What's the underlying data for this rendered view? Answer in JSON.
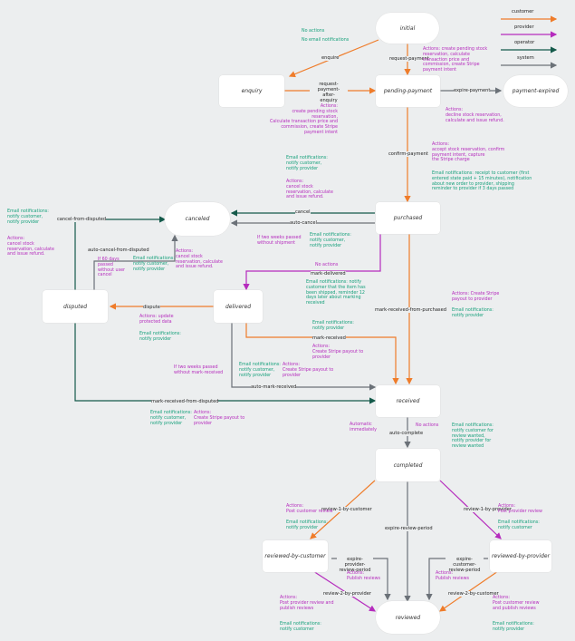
{
  "states": {
    "initial": "initial",
    "enquiry": "enquiry",
    "pending_payment": "pending-payment",
    "payment_expired": "payment-expired",
    "purchased": "purchased",
    "canceled": "canceled",
    "delivered": "delivered",
    "disputed": "disputed",
    "received": "received",
    "completed": "completed",
    "reviewed_by_customer": "reviewed-by-customer",
    "reviewed_by_provider": "reviewed-by-provider",
    "reviewed": "reviewed"
  },
  "transitions": {
    "enquire": "enquire",
    "request_payment": "request-payment",
    "request_payment_after_enquiry": "request-payment-\nafter-\nenquiry",
    "expire_payment": "expire-payment",
    "confirm_payment": "confirm-payment",
    "cancel": "cancel",
    "auto_cancel": "auto-cancel",
    "cancel_from_disputed": "cancel-from-disputed",
    "auto_cancel_from_disputed": "auto-cancel-from-disputed",
    "mark_delivered": "mark-delivered",
    "dispute": "dispute",
    "mark_received_from_purchased": "mark-received-from-purchased",
    "mark_received": "mark-received",
    "auto_mark_received": "auto-mark-received",
    "mark_received_from_disputed": "mark-received-from-disputed",
    "auto_complete": "auto-complete",
    "review_1_by_customer": "review-1-by-customer",
    "review_1_by_provider": "review-1-by-provider",
    "expire_review_period": "expire-review-period",
    "expire_provider_review_period": "expire-provider-\nreview-period",
    "expire_customer_review_period": "expire-customer-\nreview-period",
    "review_2_by_provider": "review-2-by-provider",
    "review_2_by_customer": "review-2-by-customer"
  },
  "legend": [
    {
      "label": "customer",
      "color": "#ef7c2a"
    },
    {
      "label": "provider",
      "color": "#b52bbd"
    },
    {
      "label": "operator",
      "color": "#145a4a"
    },
    {
      "label": "system",
      "color": "#6b7178"
    }
  ],
  "notes": {
    "n_initial_1": "No actions",
    "n_initial_2": "No email notifications",
    "n_reqpay": "Actions: create pending stock\nreservation, calculate\ntransaction price and\ncommission, create Stripe\npayment intent",
    "n_rpae": "Actions:\ncreate pending stock reservation,\nCalculate transaction price and\ncommission, create Stripe\npayment intent",
    "n_expire": "Actions:\ndecline stock reservation,\ncalculate and issue refund.",
    "n_confirm_actions": "Actions:\naccept stock reservation, confirm\npayment intent, capture\nthe Stripe charge",
    "n_confirm_email": "Email notifications: receipt to customer (first\nentered state paid + 15 minutes), notification\nabout new order to provider, shipping\nreminder to provider if 3 days passed",
    "n_cancel_email": "Email notifications:\nnotify customer,\nnotify provider",
    "n_cancel_actions": "Actions:\ncancel stock\nreservation, calculate\nand issue refund.",
    "n_autocancel_cond": "If two weeks passed\nwithout shipment",
    "n_autocancel_email": "Email notifications:\nnotify customer,\nnotify provider",
    "n_cfd_email": "Email notifications:\nnotify customer,\nnotify provider",
    "n_cfd_actions": "Actions:\ncancel stock\nreservation, calculate\nand issue refund.",
    "n_acfd_cond": "If 60 days\npassed\nwithout user\ncancel",
    "n_acfd_email": "Email notifications:\nnotify customer,\nnotify provider",
    "n_acfd_actions": "Actions:\ncancel stock\nreservation, calculate\nand issue refund.",
    "n_md_actions": "No actions",
    "n_md_email": "Email notifications: notify\ncustomer that the item has\nbeen shipped, reminder 12\ndays later about marking\nreceived",
    "n_dispute_actions": "Actions: update\nprotected data",
    "n_dispute_email": "Email notifications:\nnotify provider",
    "n_mrfp_actions": "Actions: Create Stripe\npayout to provider",
    "n_mrfp_email": "Email notifications:\nnotify provider",
    "n_mr_email": "Email notifications:\nnotify provider",
    "n_mr_actions": "Actions:\nCreate Stripe payout to\nprovider",
    "n_amr_cond": "If two weeks passed\nwithout mark-received",
    "n_amr_email": "Email notifications:\nnotify customer,\nnotify provider",
    "n_amr_actions": "Actions:\nCreate Stripe payout to\nprovider",
    "n_mrfd_email": "Email notifications:\nnotify customer,\nnotify provider",
    "n_mrfd_actions": "Actions:\nCreate Stripe payout to\nprovider",
    "n_ac_auto": "Automatic\nimmediately",
    "n_ac_actions": "No actions",
    "n_ac_email": "Email notifications:\nnotify customer for\nreview wanted,\nnotify provider for\nreview wanted",
    "n_r1c_actions": "Actions:\nPost customer review",
    "n_r1c_email": "Email notifications:\nnotify provider",
    "n_r1p_actions": "Actions:\nPost provider review",
    "n_r1p_email": "Email notifications:\nnotify customer",
    "n_epr_actions": "Actions:\nPublish reviews",
    "n_ecr_actions": "Actions:\nPublish reviews",
    "n_r2p_actions": "Actions:\nPost provider review and\npublish reviews",
    "n_r2p_email": "Email notifications:\nnotify customer",
    "n_r2c_actions": "Actions:\nPost customer review\nand publish reviews",
    "n_r2c_email": "Email notifications:\nnotify provider"
  }
}
